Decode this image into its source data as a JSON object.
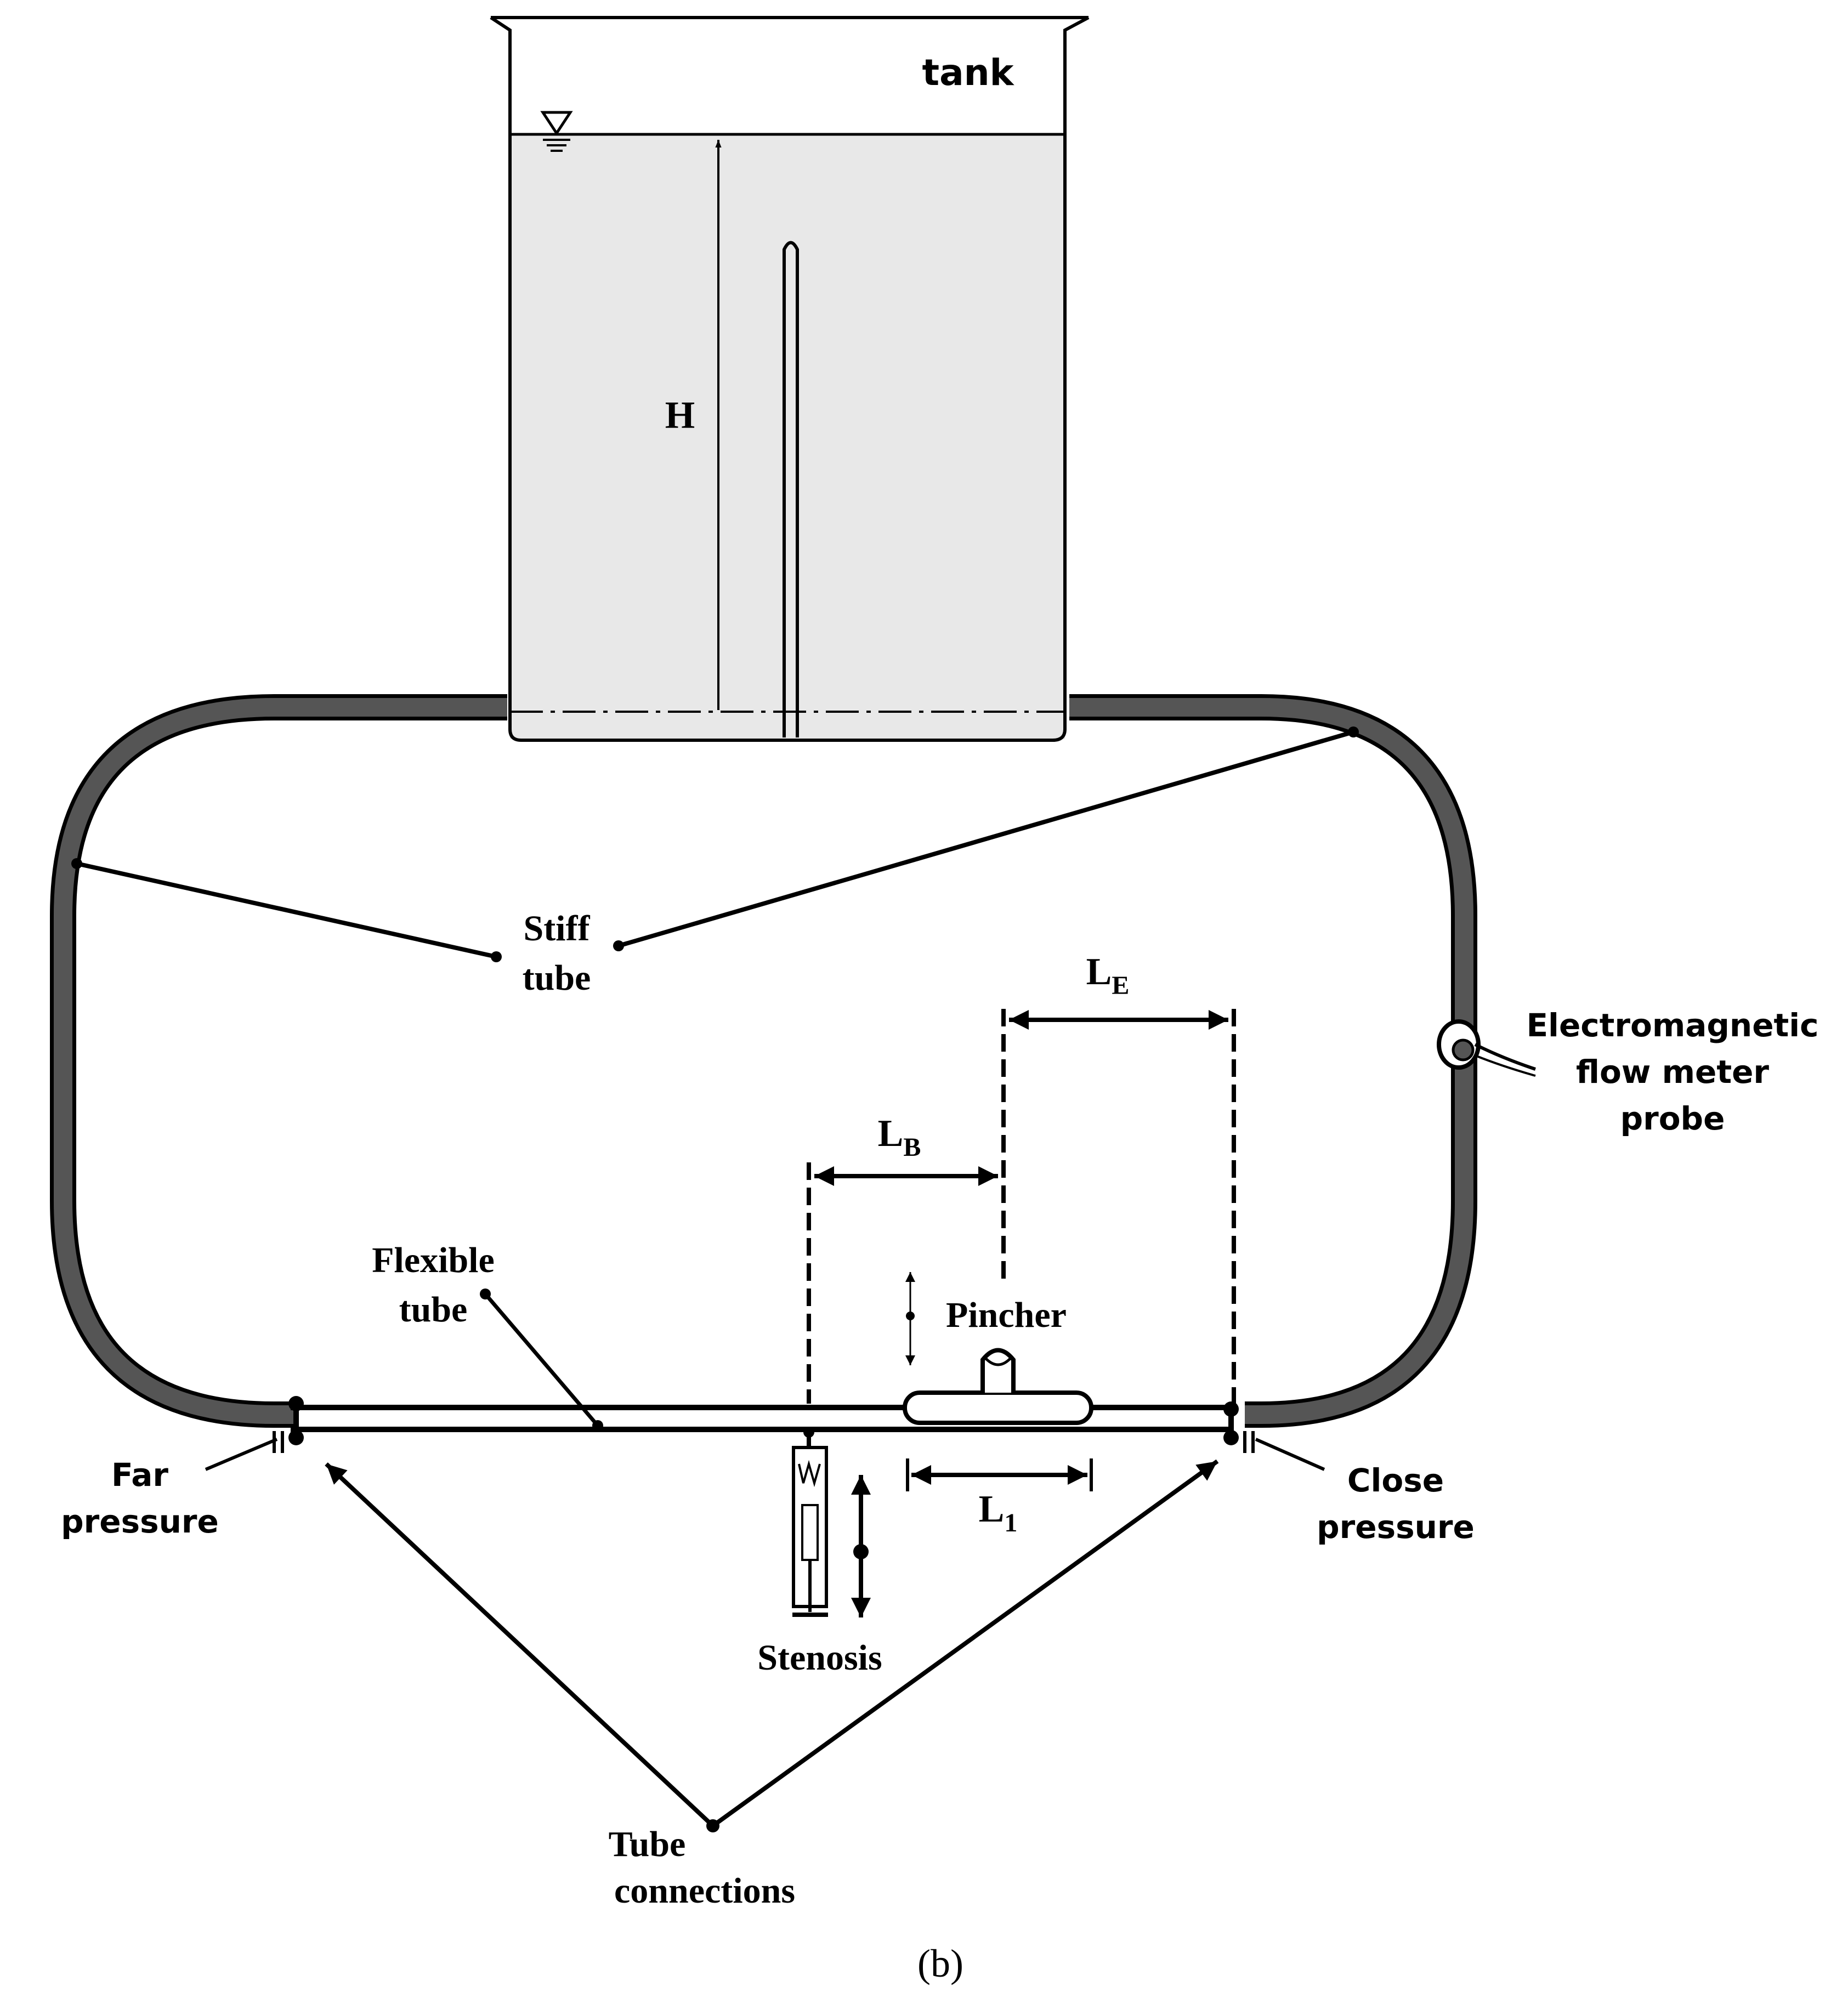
{
  "labels": {
    "tank": "tank",
    "height": "H",
    "stiff_tube_line1": "Stiff",
    "stiff_tube_line2": "tube",
    "le_main": "L",
    "le_sub": "E",
    "lb_main": "L",
    "lb_sub": "B",
    "l1_main": "L",
    "l1_sub": "1",
    "flow_meter_line1": "Electromagnetic",
    "flow_meter_line2": "flow meter",
    "flow_meter_line3": "probe",
    "flexible_tube_line1": "Flexible",
    "flexible_tube_line2": "tube",
    "pincher": "Pincher",
    "far_pressure_line1": "Far",
    "far_pressure_line2": "pressure",
    "close_pressure_line1": "Close",
    "close_pressure_line2": "pressure",
    "stenosis": "Stenosis",
    "tube_connections_line1": "Tube",
    "tube_connections_line2": "connections",
    "caption": "(b)"
  },
  "colors": {
    "water": "#e8e8e8",
    "stiff_tube": "#555555",
    "ink": "#000000"
  }
}
